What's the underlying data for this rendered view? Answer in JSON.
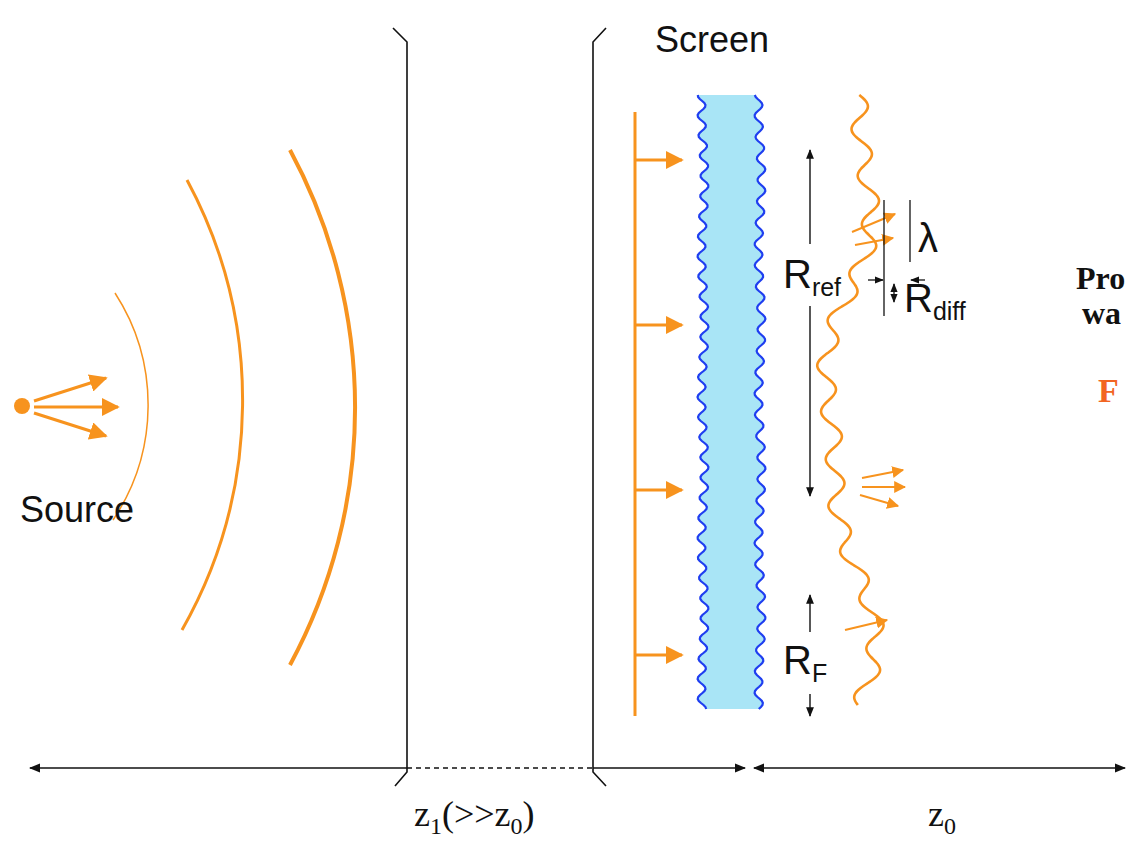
{
  "diagram": {
    "labels": [
      "Source",
      "Screen",
      "R",
      "ref",
      "λ",
      "R",
      "diff",
      "R",
      "F",
      "z",
      "1",
      "(>>z",
      "0",
      ")",
      "z",
      "0",
      "Pro",
      "wa",
      "F"
    ]
  }
}
